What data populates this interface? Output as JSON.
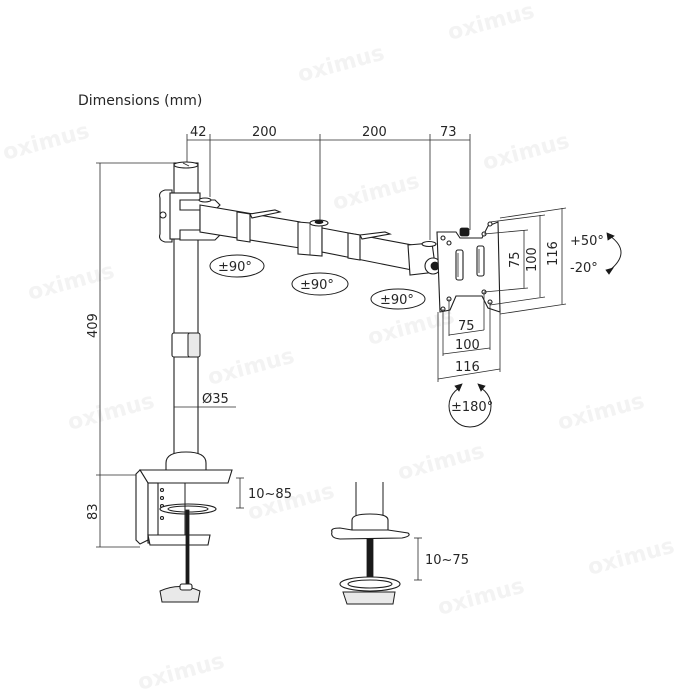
{
  "title": "Dimensions (mm)",
  "watermark": "oximus",
  "colors": {
    "line": "#1e1e1e",
    "text": "#262626",
    "background": "#ffffff",
    "watermark": "#f3f3f3"
  },
  "top_dimensions": {
    "seg1": "42",
    "seg2": "200",
    "seg3": "200",
    "seg4": "73"
  },
  "vertical_dimensions": {
    "pole_height": "409",
    "clamp_height": "83"
  },
  "pole_diameter": "Ø35",
  "rotations": {
    "arm_joint_1": "±90°",
    "arm_joint_2": "±90°",
    "arm_joint_3": "±90°",
    "tilt_up": "+50°",
    "tilt_down": "-20°",
    "swivel": "±180°"
  },
  "vesa": {
    "vertical": [
      "75",
      "100",
      "116"
    ],
    "horizontal": [
      "75",
      "100",
      "116"
    ]
  },
  "clamp_ranges": {
    "desk_clamp": "10~85",
    "grommet": "10~75"
  }
}
